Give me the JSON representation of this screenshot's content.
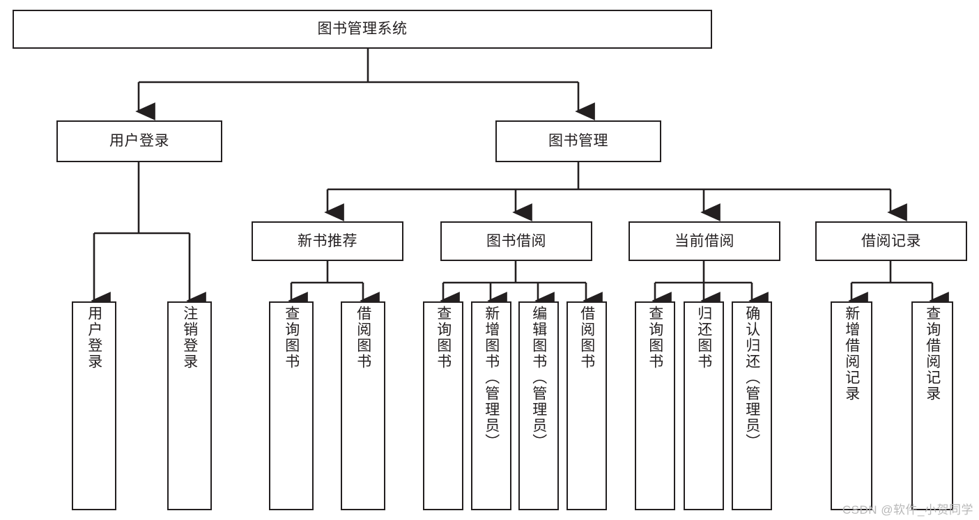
{
  "diagram": {
    "title": "图书管理系统",
    "root": {
      "label": "图书管理系统"
    },
    "level1": [
      {
        "label": "用户登录"
      },
      {
        "label": "图书管理"
      }
    ],
    "level2": [
      {
        "label": "新书推荐"
      },
      {
        "label": "图书借阅"
      },
      {
        "label": "当前借阅"
      },
      {
        "label": "借阅记录"
      }
    ],
    "leaves": {
      "user_login": [
        {
          "label": "用户登录"
        },
        {
          "label": "注销登录"
        }
      ],
      "new_book": [
        {
          "label": "查询图书"
        },
        {
          "label": "借阅图书"
        }
      ],
      "borrow_book": [
        {
          "label": "查询图书"
        },
        {
          "label": "新增图书（管理员）"
        },
        {
          "label": "编辑图书（管理员）"
        },
        {
          "label": "借阅图书"
        }
      ],
      "current_borrow": [
        {
          "label": "查询图书"
        },
        {
          "label": "归还图书"
        },
        {
          "label": "确认归还（管理员）"
        }
      ],
      "borrow_record": [
        {
          "label": "新增借阅记录"
        },
        {
          "label": "查询借阅记录"
        }
      ]
    }
  },
  "watermark": {
    "text": "CSDN @软件_小贺同学"
  },
  "colors": {
    "stroke": "#231f20",
    "background": "#ffffff",
    "watermark": "#b8b8b8"
  }
}
